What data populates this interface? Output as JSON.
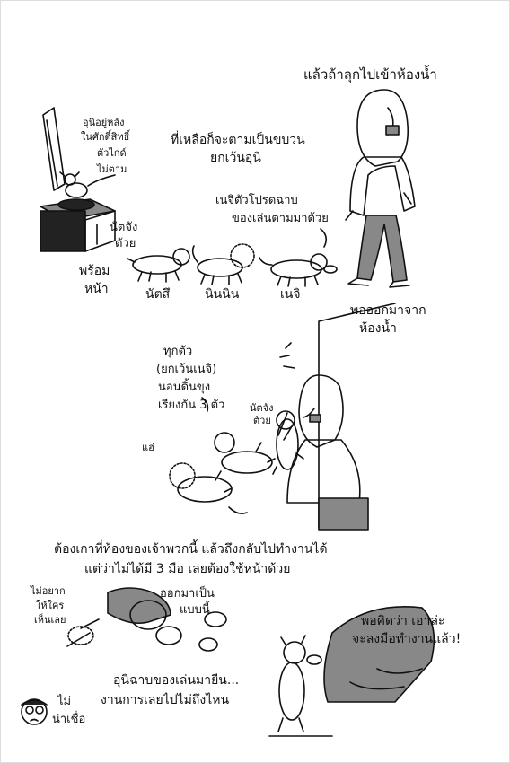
{
  "panels": {
    "bathroom": {
      "caption": "แล้วถ้าลุกไปเข้าห้องน้ำ"
    },
    "tv_corner": {
      "note_line1": "อุนิอยู่หลัง",
      "note_line2": "ในศักดิ์สิทธิ์",
      "note_line3": "ตัวไกด์",
      "note_line4": "ไม่ตาม",
      "ready_line1": "พร้อม",
      "ready_line2": "หน้า"
    },
    "followers": {
      "header_line1": "ที่เหลือก็จะตามเป็นขบวน",
      "header_line2": "ยกเว้นอุนิ",
      "note_line1": "เนจิตัวโปรดฉาบ",
      "note_line2": "ของเล่นตามมาด้วย",
      "label_left_line1": "นัตจัง",
      "label_left_line2": "ตัวย",
      "dog1": "นัตสึ",
      "dog2": "นินนิน",
      "dog3": "เนจิ"
    },
    "return": {
      "caption_line1": "พอออกมาจาก",
      "caption_line2": "ห้องน้ำ",
      "all_line1": "ทุกตัว",
      "all_line2": "(ยกเว้นเนจิ)",
      "all_line3": "นอนดิ้นขุง",
      "all_line4": "เรียงกัน 3 ตัว",
      "dog_tag_line1": "นัตจัง",
      "dog_tag_line2": "ตัวย",
      "sfx": "แฮ่"
    },
    "bottom": {
      "caption_line1": "ต้องเกาที่ท้องของเจ้าพวกนี้ แล้วถึงกลับไปทำงานได้",
      "caption_line2": "แต่ว่าไม่ได้มี 3 มือ เลยต้องใช้หน้าด้วย",
      "left_line1": "ไม่อยาก",
      "left_line2": "ให้ใคร",
      "left_line3": "เห็นเลย",
      "mid_line1": "ออกมาเป็น",
      "mid_line2": "แบบนี้",
      "think_line1": "พอคิดว่า เอาล่ะ",
      "think_line2": "จะลงมือทำงานแล้ว!",
      "uni_line1": "อุนิฉาบของเล่นมายืน...",
      "uni_line2": "งานการเลยไปไม่ถึงไหน",
      "author_line1": "ไม่",
      "author_line2": "น่าเชื่อ"
    }
  }
}
